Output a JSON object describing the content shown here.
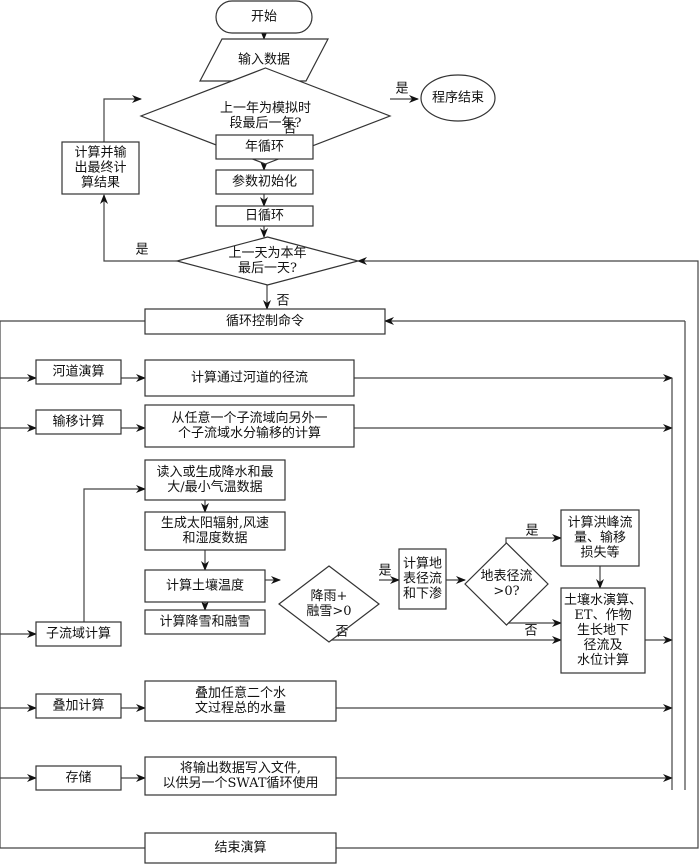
{
  "diagram": {
    "nodes": {
      "start": {
        "label": [
          "开始"
        ]
      },
      "input": {
        "label": [
          "输入数据"
        ]
      },
      "year_check": {
        "label": [
          "上一年为模拟时",
          "段最后一年?"
        ]
      },
      "end_program": {
        "label": [
          "程序结束"
        ]
      },
      "year_loop": {
        "label": [
          "年循环"
        ]
      },
      "param_init": {
        "label": [
          "参数初始化"
        ]
      },
      "day_loop": {
        "label": [
          "日循环"
        ]
      },
      "final_output": {
        "label": [
          "计算并输",
          "出最终计",
          "算结果"
        ]
      },
      "day_check": {
        "label": [
          "上一天为本年",
          "最后一天?"
        ]
      },
      "loop_control": {
        "label": [
          "循环控制命令"
        ]
      },
      "channel_routing": {
        "label": [
          "河道演算"
        ]
      },
      "channel_calc": {
        "label": [
          "计算通过河道的径流"
        ]
      },
      "transfer": {
        "label": [
          "输移计算"
        ]
      },
      "transfer_calc": {
        "label": [
          "从任意一个子流域向另外一",
          "个子流域水分输移的计算"
        ]
      },
      "read_weather": {
        "label": [
          "读入或生成降水和最",
          "大/最小气温数据"
        ]
      },
      "gen_solar": {
        "label": [
          "生成太阳辐射,风速",
          "和湿度数据"
        ]
      },
      "soil_temp": {
        "label": [
          "计算土壤温度"
        ]
      },
      "snow": {
        "label": [
          "计算降雪和融雪"
        ]
      },
      "subbasin": {
        "label": [
          "子流域计算"
        ]
      },
      "rain_check": {
        "label": [
          "降雨+",
          "融雪>0"
        ]
      },
      "surface_runoff": {
        "label": [
          "计算地",
          "表径流",
          "和下渗"
        ]
      },
      "runoff_check": {
        "label": [
          "地表径流",
          ">0?"
        ]
      },
      "peak_flow": {
        "label": [
          "计算洪峰流",
          "量、输移",
          "损失等"
        ]
      },
      "soil_water": {
        "label": [
          "土壤水演算、",
          "ET、作物",
          "生长地下",
          "径流及",
          "水位计算"
        ]
      },
      "add": {
        "label": [
          "叠加计算"
        ]
      },
      "add_calc": {
        "label": [
          "叠加任意二个水",
          "文过程总的水量"
        ]
      },
      "store": {
        "label": [
          "存储"
        ]
      },
      "store_calc": {
        "label": [
          "将输出数据写入文件,",
          "以供另一个SWAT循环使用"
        ]
      },
      "end_routing": {
        "label": [
          "结束演算"
        ]
      }
    },
    "edge_labels": {
      "yes": "是",
      "no": "否"
    }
  }
}
